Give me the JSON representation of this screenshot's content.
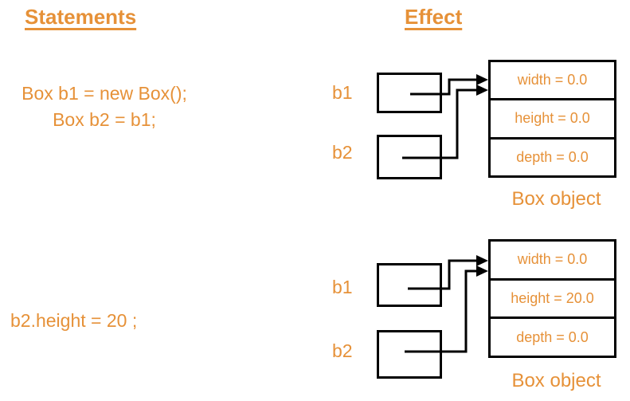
{
  "colors": {
    "accent": "#E69138",
    "line": "#000000",
    "background": "#FFFFFF"
  },
  "headers": {
    "statements": "Statements",
    "effect": "Effect"
  },
  "statements": [
    {
      "lines": [
        "Box b1 = new Box();",
        "Box b2 = b1;"
      ]
    },
    {
      "lines": [
        "b2.height = 20 ;"
      ]
    }
  ],
  "diagrams": [
    {
      "refs": [
        {
          "label": "b1"
        },
        {
          "label": "b2"
        }
      ],
      "object": {
        "fields": [
          "width = 0.0",
          "height = 0.0",
          "depth = 0.0"
        ],
        "caption": "Box object"
      }
    },
    {
      "refs": [
        {
          "label": "b1"
        },
        {
          "label": "b2"
        }
      ],
      "object": {
        "fields": [
          "width = 0.0",
          "height = 20.0",
          "depth = 0.0"
        ],
        "caption": "Box object"
      }
    }
  ]
}
